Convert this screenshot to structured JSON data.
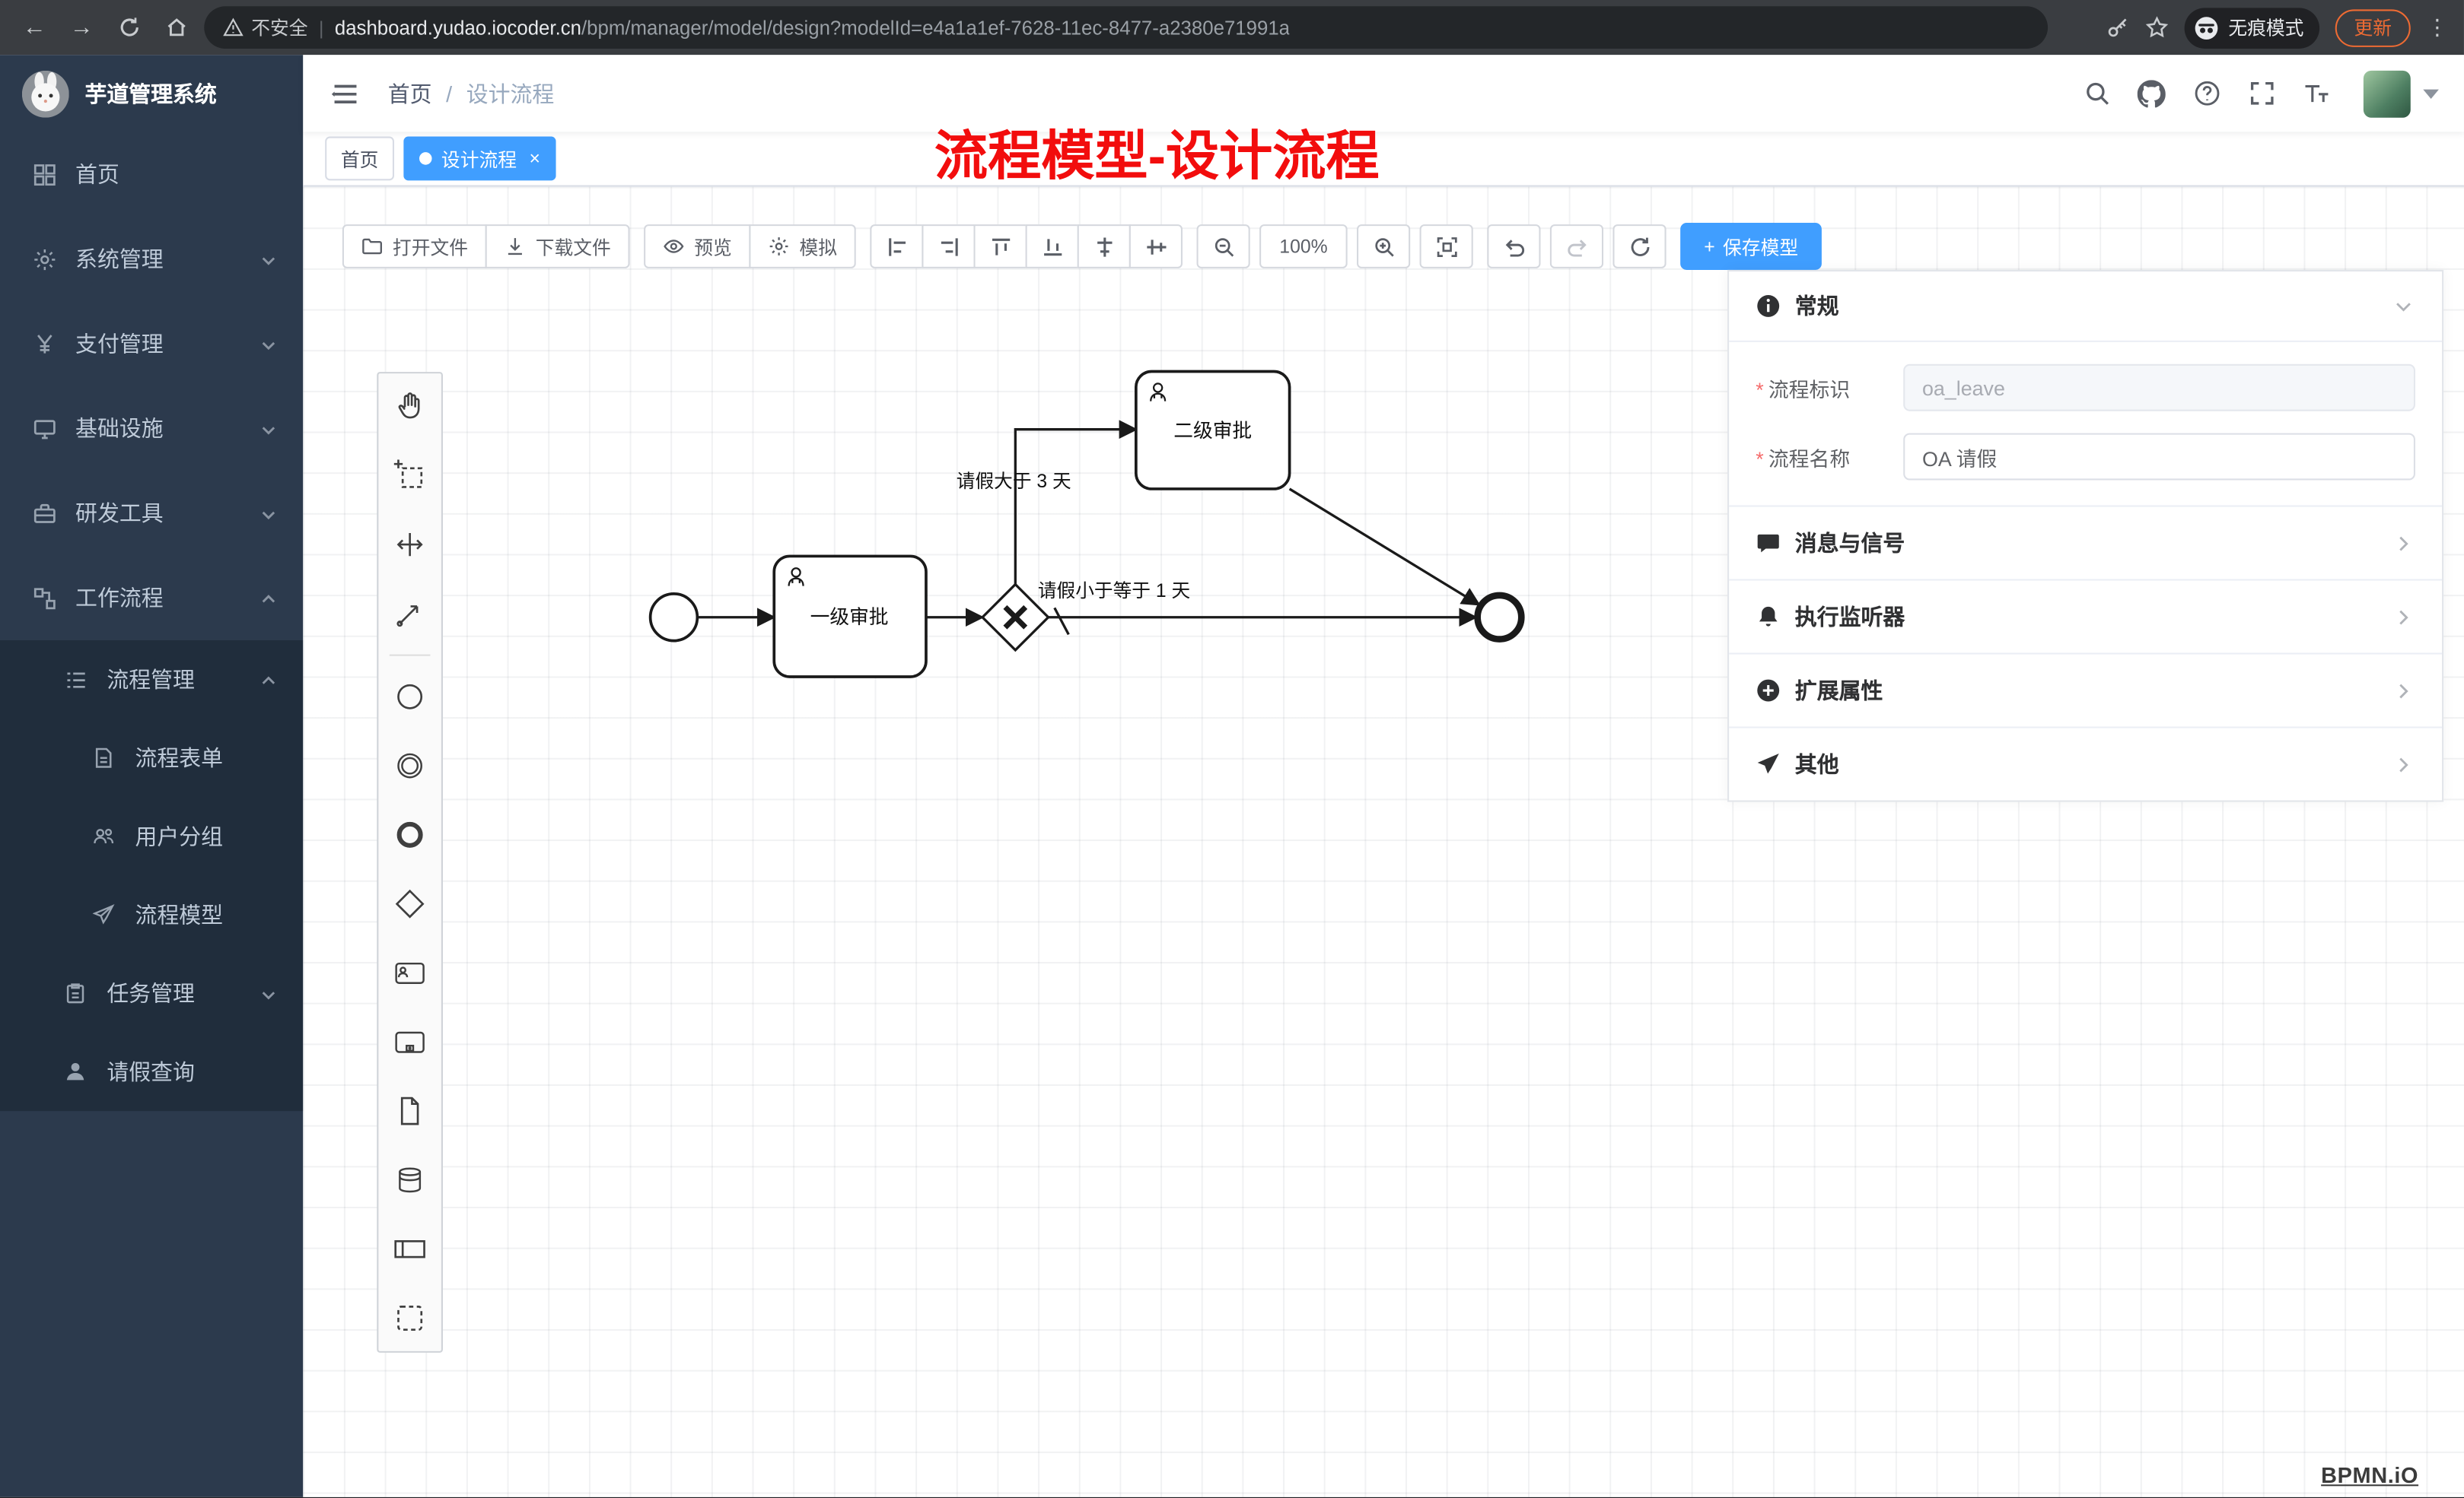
{
  "colors": {
    "primary": "#409eff",
    "annotation_red": "#f20d0d",
    "sidebar_bg": "#2c3a4d",
    "update_orange": "#ee6b33"
  },
  "browser": {
    "warning_text": "不安全",
    "url_domain": "dashboard.yudao.iocoder.cn",
    "url_path": "/bpm/manager/model/design?modelId=e4a1a1ef-7628-11ec-8477-a2380e71991a",
    "incognito_label": "无痕模式",
    "update_label": "更新"
  },
  "sidebar": {
    "app_title": "芋道管理系统",
    "items": [
      {
        "label": "首页"
      },
      {
        "label": "系统管理"
      },
      {
        "label": "支付管理"
      },
      {
        "label": "基础设施"
      },
      {
        "label": "研发工具"
      },
      {
        "label": "工作流程"
      },
      {
        "label": "流程管理"
      },
      {
        "label": "流程表单"
      },
      {
        "label": "用户分组"
      },
      {
        "label": "流程模型"
      },
      {
        "label": "任务管理"
      },
      {
        "label": "请假查询"
      }
    ]
  },
  "header": {
    "breadcrumb_home": "首页",
    "breadcrumb_current": "设计流程",
    "annotation": "流程模型-设计流程"
  },
  "tags": {
    "home": "首页",
    "active": "设计流程",
    "close": "×"
  },
  "toolbar": {
    "open_label": "打开文件",
    "download_label": "下载文件",
    "preview_label": "预览",
    "simulate_label": "模拟",
    "zoom_value": "100%",
    "save_label": "保存模型",
    "save_plus": "+"
  },
  "diagram": {
    "task1_label": "一级审批",
    "task2_label": "二级审批",
    "edge_gt_label": "请假大于 3 天",
    "edge_le_label": "请假小于等于 1 天"
  },
  "panel": {
    "general_title": "常规",
    "key_label": "流程标识",
    "key_value": "oa_leave",
    "name_label": "流程名称",
    "name_value": "OA 请假",
    "section_message": "消息与信号",
    "section_listener": "执行监听器",
    "section_ext": "扩展属性",
    "section_other": "其他"
  },
  "watermark": "BPMN.iO"
}
